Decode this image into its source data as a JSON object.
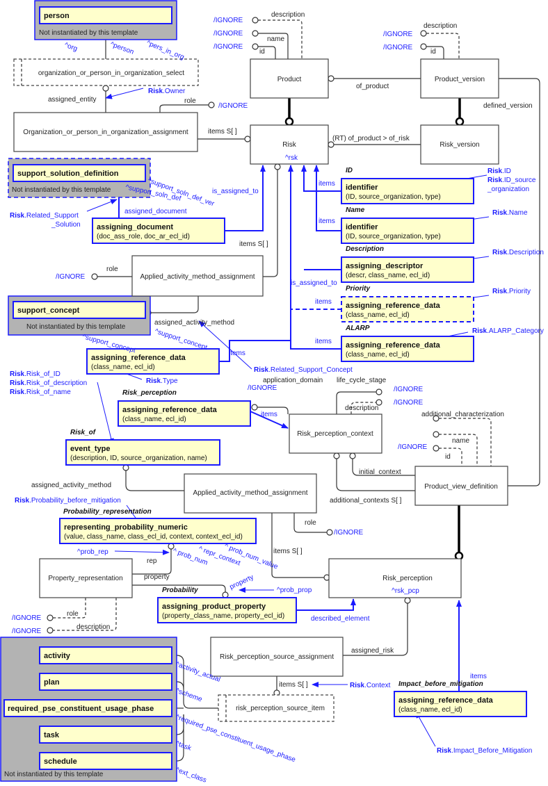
{
  "ignore_label": "/IGNORE",
  "not_instantiated": "Not instantiated by this template",
  "entities": {
    "product": "Product",
    "product_version": "Product_version",
    "risk": "Risk",
    "risk_sub": "^rsk",
    "risk_version": "Risk_version",
    "org_select": "organization_or_person_in_organization_select",
    "org_assignment": "Organization_or_person_in_organization_assignment",
    "aam_assignment_1": "Applied_activity_method_assignment",
    "aam_assignment_2": "Applied_activity_method_assignment",
    "risk_perception_context": "Risk_perception_context",
    "product_view_definition": "Product_view_definition",
    "property_representation": "Property_representation",
    "risk_perception": "Risk_perception",
    "risk_perception_sub": "^rsk_pcp",
    "rp_source_assignment": "Risk_perception_source_assignment",
    "rp_source_item": "risk_perception_source_item"
  },
  "templates": {
    "person": {
      "title": "person"
    },
    "support_solution_definition": {
      "title": "support_solution_definition"
    },
    "assigning_document": {
      "title": "assigning_document",
      "attrs": "(doc_ass_role, doc_ar_ecl_id)"
    },
    "support_concept": {
      "title": "support_concept"
    },
    "ard_type": {
      "title": "assigning_reference_data",
      "attrs": "(class_name, ecl_id)"
    },
    "ard_perception": {
      "label": "Risk_perception",
      "title": "assigning_reference_data",
      "attrs": "(class_name, ecl_id)"
    },
    "event_type": {
      "label": "Risk_of",
      "title": "event_type",
      "attrs": "(description, ID, source_organization, name)"
    },
    "rpn": {
      "label": "Probability_representation",
      "title": "representing_probability_numeric",
      "attrs": "(value, class_name, class_ecl_id, context, context_ecl_id)"
    },
    "app": {
      "label": "Probability",
      "title": "assigning_product_property",
      "attrs": "(property_class_name, property_ecl_id)"
    },
    "id": {
      "label": "ID",
      "title": "identifier",
      "attrs": "(ID, source_organization, type)"
    },
    "name": {
      "label": "Name",
      "title": "identifier",
      "attrs": "(ID, source_organization, type)"
    },
    "description": {
      "label": "Description",
      "title": "assigning_descriptor",
      "attrs": "(descr, class_name, ecl_id)"
    },
    "priority": {
      "label": "Priority",
      "title": "assigning_reference_data",
      "attrs": "(class_name, ecl_id)"
    },
    "alarp": {
      "label": "ALARP",
      "title": "assigning_reference_data",
      "attrs": "(class_name, ecl_id)"
    },
    "impact": {
      "label": "Impact_before_mitigation",
      "title": "assigning_reference_data",
      "attrs": "(class_name, ecl_id)"
    },
    "activity": {
      "title": "activity"
    },
    "plan": {
      "title": "plan"
    },
    "rpcup": {
      "title": "required_pse_constituent_usage_phase"
    },
    "task": {
      "title": "task"
    },
    "schedule": {
      "title": "schedule"
    }
  },
  "attr_labels": {
    "description": "description",
    "name": "name",
    "id": "id",
    "of_product": "of_product",
    "defined_version": "defined_version",
    "assigned_entity": "assigned_entity",
    "role": "role",
    "items_s": "items S[ ]",
    "of_risk": "(RT) of_product > of_risk",
    "assigned_activity_method": "assigned_activity_method",
    "application_domain": "application_domain",
    "life_cycle_stage": "life_cycle_stage",
    "additional_characterization": "additional_characterization",
    "initial_context": "initial_context",
    "additional_contexts": "additional_contexts S[ ]",
    "rep": "rep",
    "property": "property",
    "assigned_risk": "assigned_risk"
  },
  "path_labels": {
    "org": "^org",
    "person": "^person",
    "pers_in_org": "^pers_in_org",
    "is_assigned_to": "is_assigned_to",
    "items": "items",
    "assigned_document": "assigned_document",
    "support_soln_def": "^support_soln_def",
    "support_soln_def_ver": "^support_soln_def_ver",
    "support_concept": "^support_concept",
    "prob_rep": "^prob_rep",
    "prob_num": "^ prob_num",
    "repr_context": "^ repr_context",
    "prob_num_value": "^ prob_num_value",
    "property": "property",
    "prob_prop": "^prob_prop",
    "described_element": "described_element",
    "activity_actual": "^activity_actual",
    "scheme": "^scheme",
    "rpcup": "^required_pse_constituent_usage_phase",
    "task": "^task",
    "ext_class": "^ext_class"
  },
  "references": {
    "prefix": "Risk",
    "owner": ".Owner",
    "related_support": ".Related_Support",
    "related_support_2": "_Solution",
    "id": ".ID",
    "id_source": ".ID_source",
    "id_source_2": "_organization",
    "name": ".Name",
    "description": ".Description",
    "priority": ".Priority",
    "alarp": ".ALARP_Category",
    "related_support_concept": ".Related_Support_Concept",
    "type": ".Type",
    "risk_of_id": ".Risk_of_ID",
    "risk_of_description": ".Risk_of_description",
    "risk_of_name": ".Risk_of_name",
    "prob_before": ".Probability_before_mitigation",
    "context": ".Context",
    "impact": ".Impact_Before_Mitigation"
  },
  "colors": {
    "template_fill": "#ffffcc",
    "template_border": "#1a1aff",
    "container": "#b3b3b3",
    "reference": "#1a1aff"
  }
}
